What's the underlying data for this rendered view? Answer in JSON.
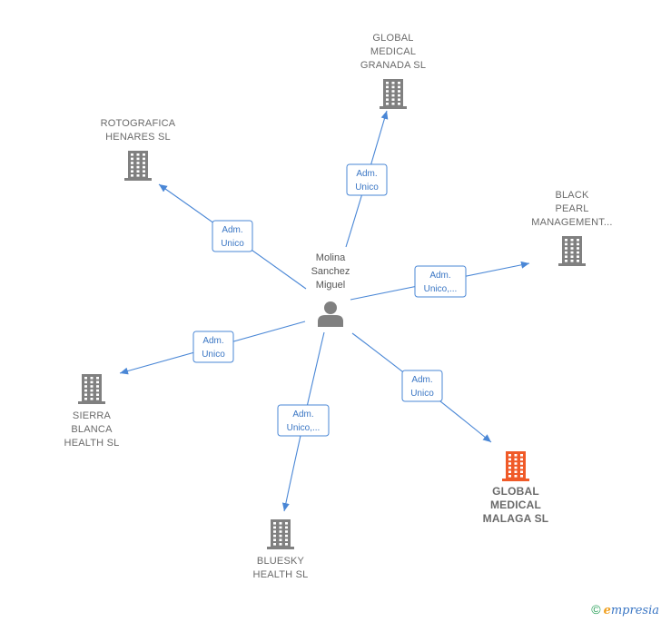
{
  "person": {
    "lines": [
      "Molina",
      "Sanchez",
      "Miguel"
    ]
  },
  "companies": [
    {
      "id": "granada",
      "lines": [
        "GLOBAL",
        "MEDICAL",
        "GRANADA  SL"
      ],
      "highlight": false
    },
    {
      "id": "rotografica",
      "lines": [
        "ROTOGRAFICA",
        "HENARES SL"
      ],
      "highlight": false
    },
    {
      "id": "blackpearl",
      "lines": [
        "BLACK",
        "PEARL",
        "MANAGEMENT..."
      ],
      "highlight": false
    },
    {
      "id": "sierra",
      "lines": [
        "SIERRA",
        "BLANCA",
        "HEALTH  SL"
      ],
      "highlight": false
    },
    {
      "id": "malaga",
      "lines": [
        "GLOBAL",
        "MEDICAL",
        "MALAGA  SL"
      ],
      "highlight": true
    },
    {
      "id": "bluesky",
      "lines": [
        "BLUESKY",
        "HEALTH  SL"
      ],
      "highlight": false
    }
  ],
  "edges": [
    {
      "to": "granada",
      "label": [
        "Adm.",
        "Unico"
      ]
    },
    {
      "to": "rotografica",
      "label": [
        "Adm.",
        "Unico"
      ]
    },
    {
      "to": "blackpearl",
      "label": [
        "Adm.",
        "Unico,..."
      ]
    },
    {
      "to": "sierra",
      "label": [
        "Adm.",
        "Unico"
      ]
    },
    {
      "to": "malaga",
      "label": [
        "Adm.",
        "Unico"
      ]
    },
    {
      "to": "bluesky",
      "label": [
        "Adm.",
        "Unico,..."
      ]
    }
  ],
  "colors": {
    "building": "#808080",
    "highlight": "#f05a28",
    "edge": "#4a87d6",
    "person": "#808080"
  },
  "footer": {
    "copyright": "©",
    "brand_initial": "e",
    "brand_rest": "mpresia"
  }
}
